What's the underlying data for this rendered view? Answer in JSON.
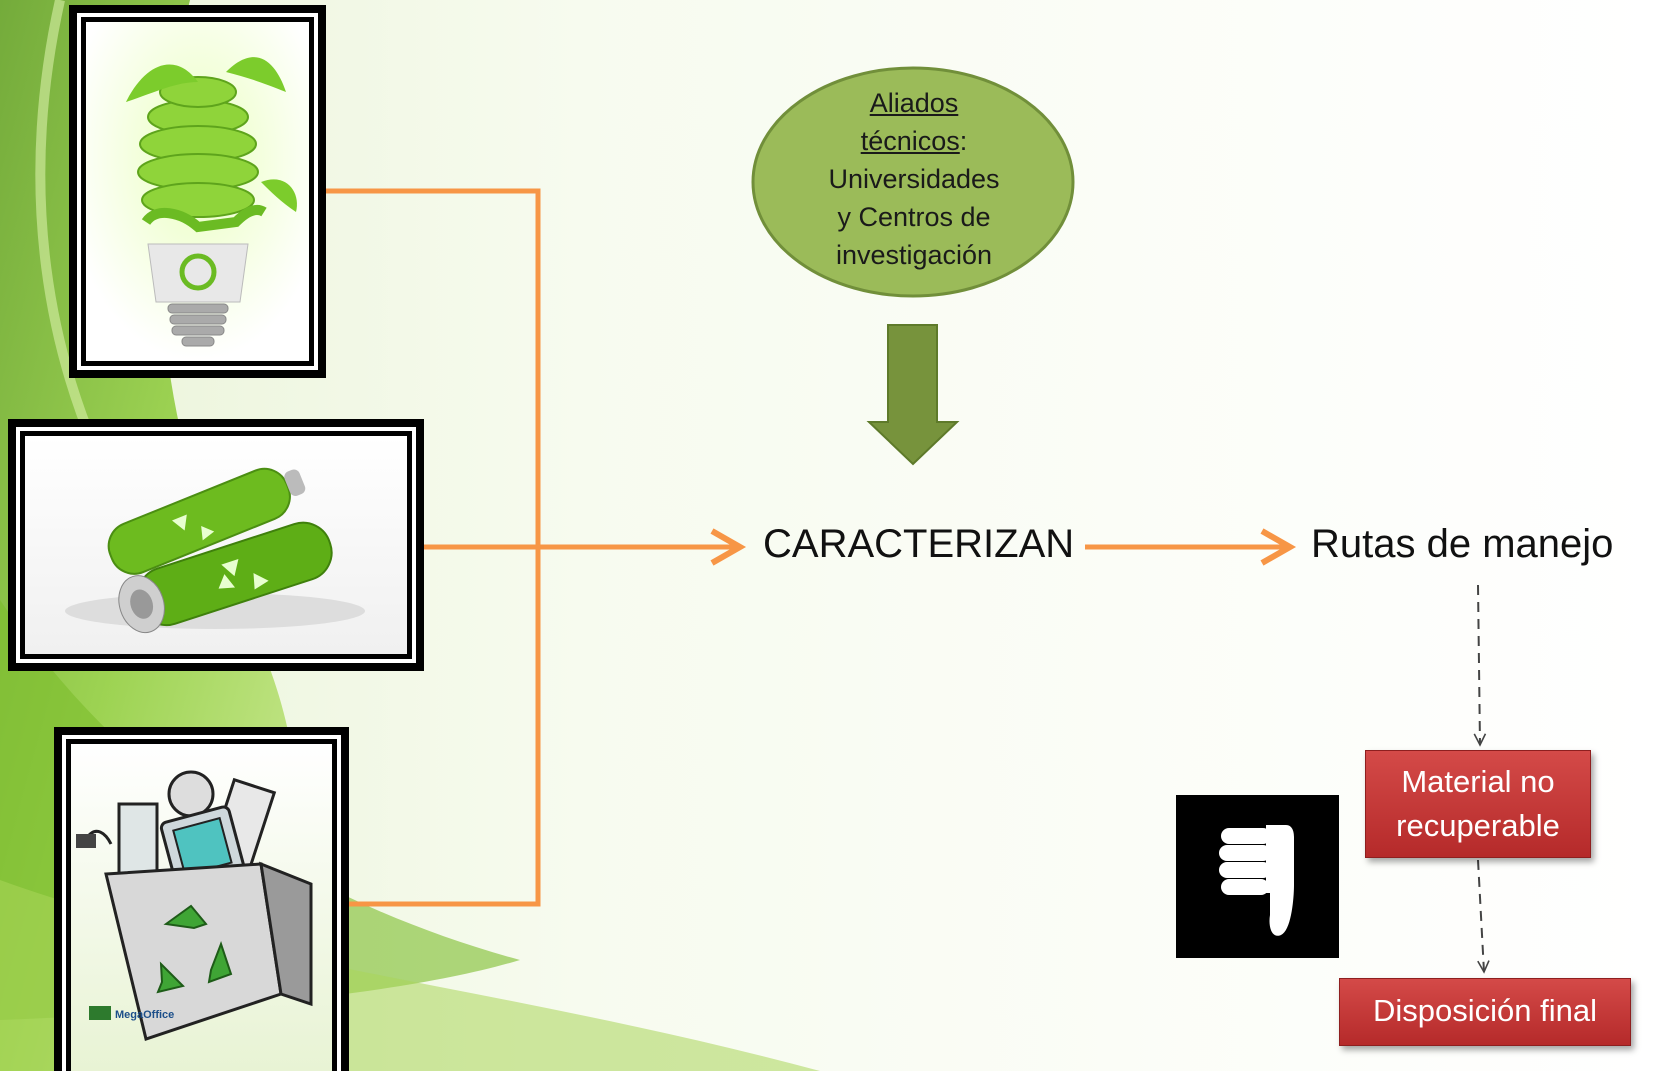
{
  "ellipse": {
    "line1": "Aliados",
    "line2a": "técnicos",
    "line2b": ":",
    "line3": "Universidades",
    "line4": "y Centros de",
    "line5": "investigación",
    "fill": "#9bbb59"
  },
  "center_label": "CARACTERIZAN",
  "right_label": "Rutas de manejo",
  "box1": {
    "line1": "Material no",
    "line2": "recuperable"
  },
  "box2": {
    "label": "Disposición final"
  },
  "logo_text": "MegaOffice",
  "colors": {
    "arrow": "#f79646",
    "box": "#c0504d",
    "green_arrow": "#77933c"
  },
  "icons": [
    "light-bulb-icon",
    "batteries-icon",
    "e-waste-bin-icon",
    "thumbs-down-icon"
  ]
}
